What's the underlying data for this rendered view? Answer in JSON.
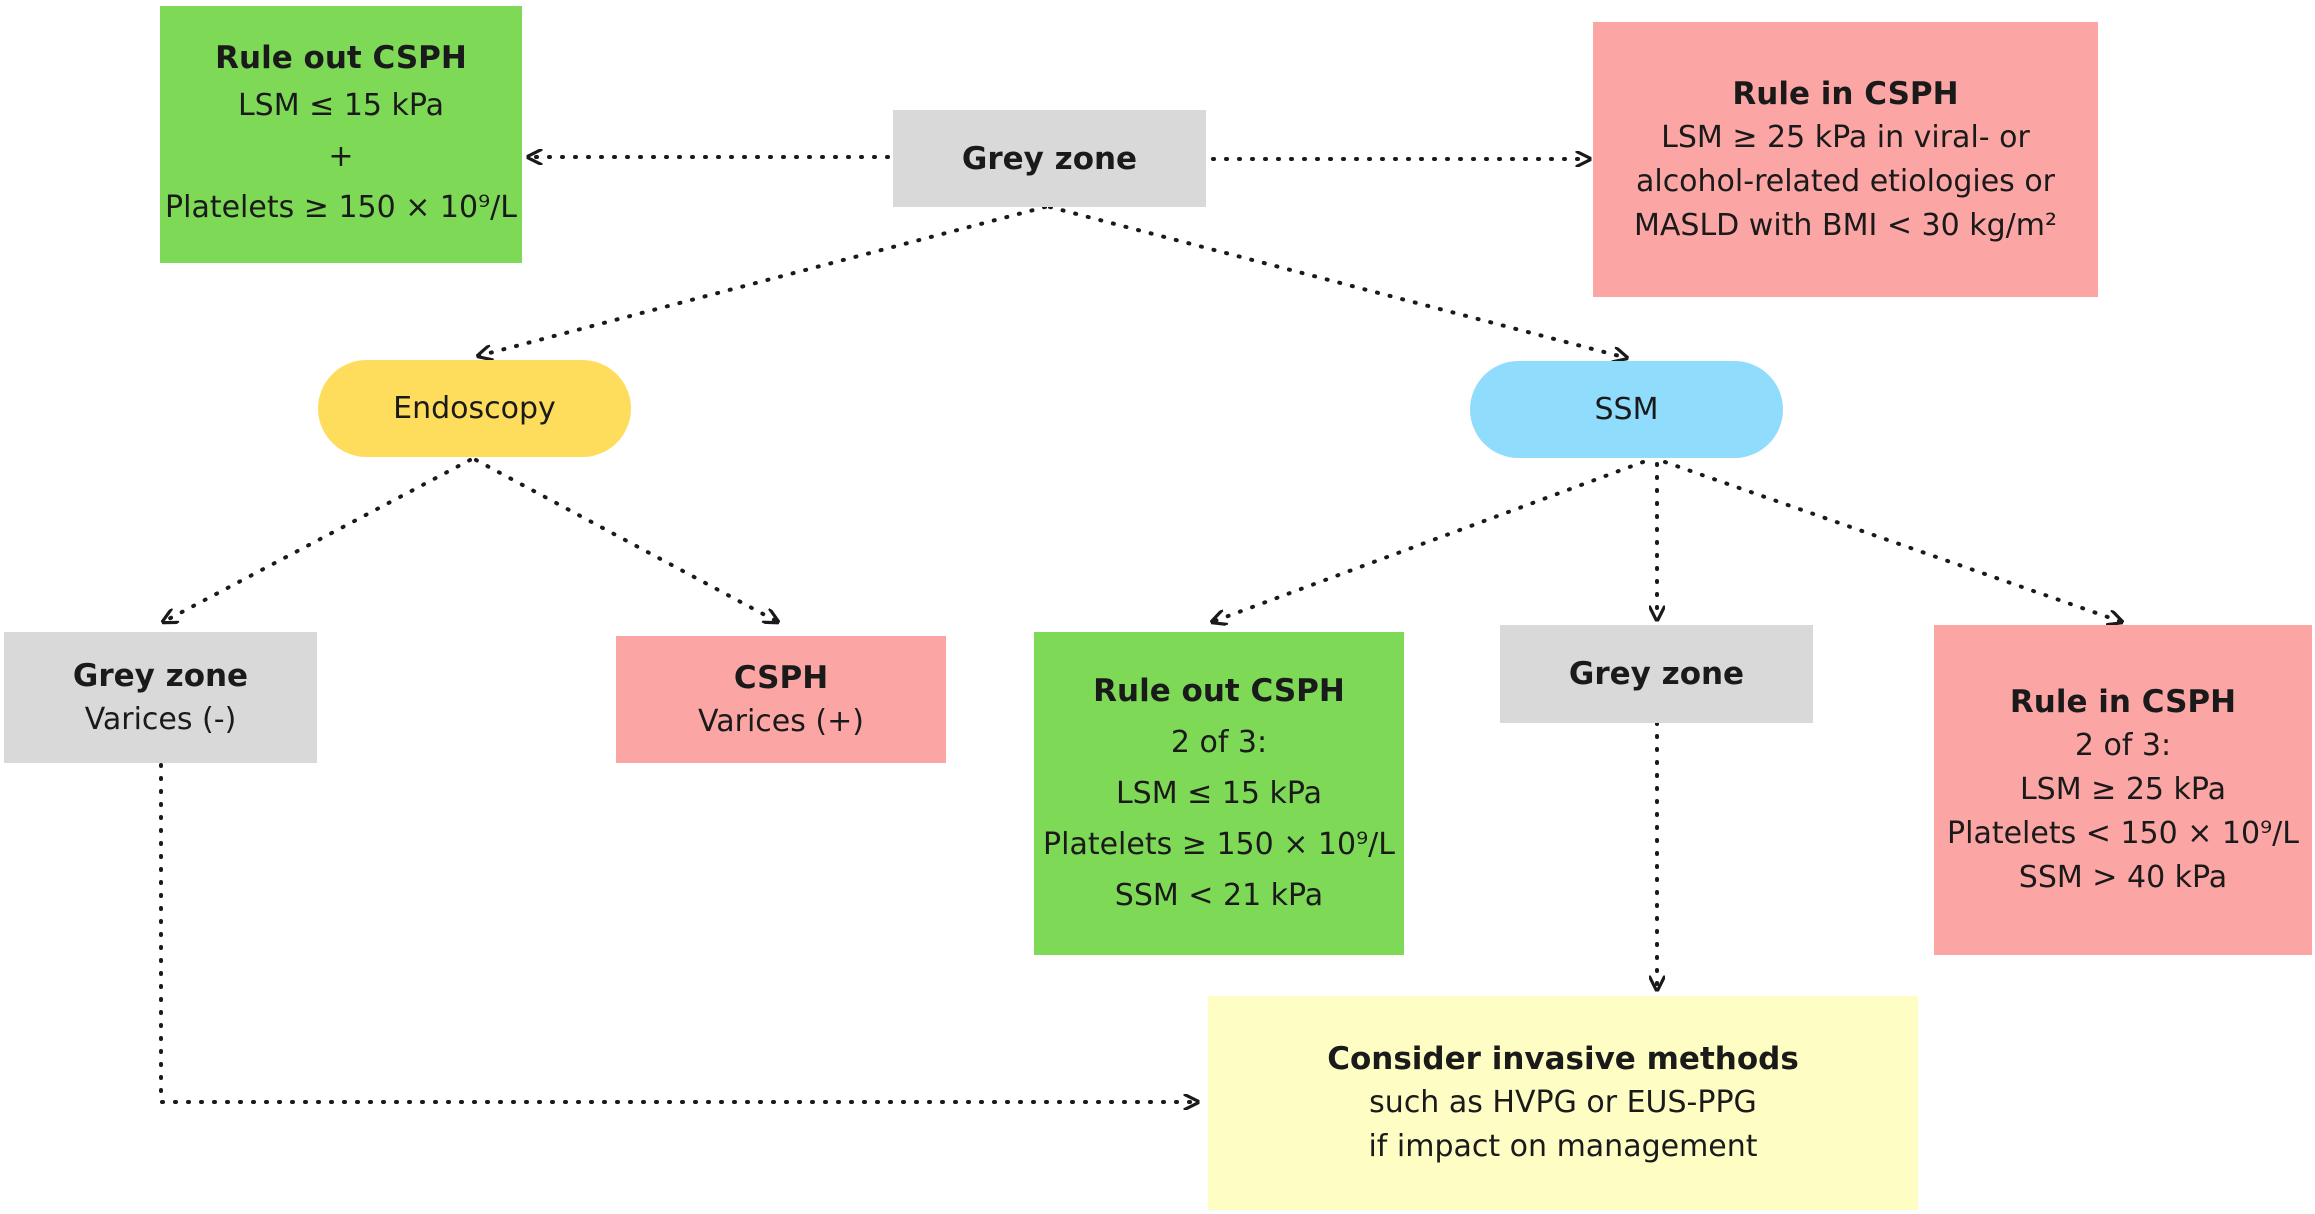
{
  "top_rule_out": {
    "title": "Rule out CSPH",
    "line1": "LSM ≤ 15 kPa",
    "line2": "+",
    "line3": "Platelets ≥ 150 × 10⁹/L"
  },
  "top_grey": {
    "title": "Grey zone"
  },
  "top_rule_in": {
    "title": "Rule in CSPH",
    "line1": "LSM ≥ 25 kPa in viral- or",
    "line2": "alcohol-related etiologies or",
    "line3": "MASLD with BMI < 30 kg/m²"
  },
  "endoscopy": {
    "label": "Endoscopy"
  },
  "ssm": {
    "label": "SSM"
  },
  "endo_grey": {
    "title": "Grey zone",
    "line1": "Varices (-)"
  },
  "endo_csph": {
    "title": "CSPH",
    "line1": "Varices (+)"
  },
  "ssm_rule_out": {
    "title": "Rule out CSPH",
    "line1": "2 of 3:",
    "line2": "LSM ≤ 15 kPa",
    "line3": "Platelets ≥ 150 × 10⁹/L",
    "line4": "SSM < 21 kPa"
  },
  "ssm_grey": {
    "title": "Grey zone"
  },
  "ssm_rule_in": {
    "title": "Rule in CSPH",
    "line1": "2 of 3:",
    "line2": "LSM ≥ 25 kPa",
    "line3": "Platelets < 150 × 10⁹/L",
    "line4": "SSM > 40 kPa"
  },
  "invasive": {
    "title": "Consider invasive methods",
    "line1": "such as HVPG or EUS-PPG",
    "line2": "if impact on management"
  },
  "colors": {
    "green": "#7ed957",
    "red": "#fca5a5",
    "grey": "#d9d9d9",
    "yellow": "#fdfdc4",
    "endoscopy": "#ffdd5c",
    "ssm": "#8fdcfd",
    "connector": "#1a1a1a"
  }
}
